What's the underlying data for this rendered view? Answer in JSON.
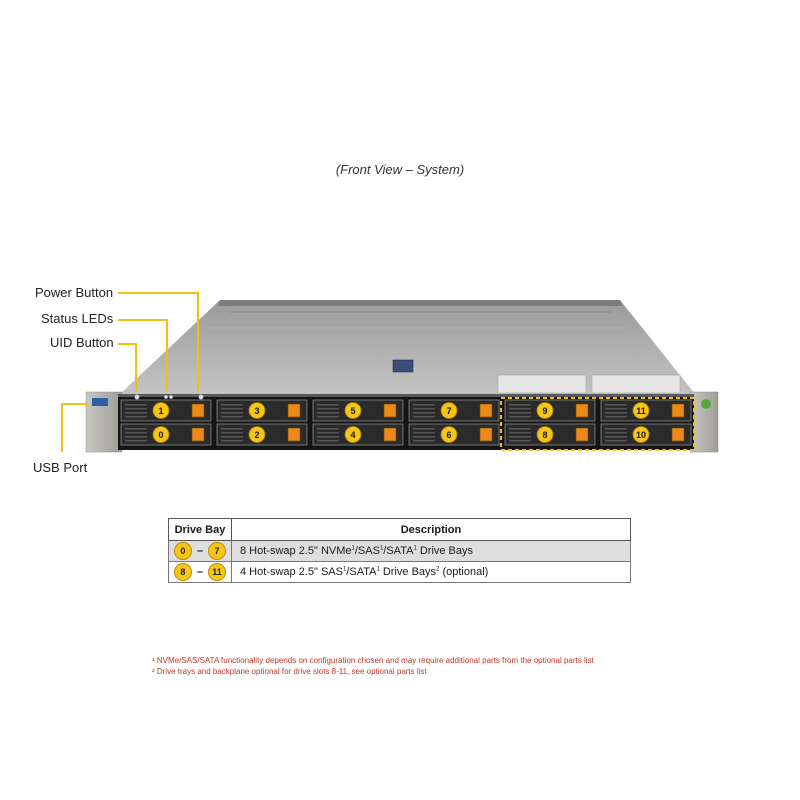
{
  "caption": "(Front View – System)",
  "callouts": {
    "power_button": "Power Button",
    "status_leds": "Status LEDs",
    "uid_button": "UID Button",
    "usb_port": "USB Port"
  },
  "drive_bays": [
    "0",
    "1",
    "2",
    "3",
    "4",
    "5",
    "6",
    "7",
    "8",
    "9",
    "10",
    "11"
  ],
  "table": {
    "headers": [
      "Drive Bay",
      "Description"
    ],
    "rows": [
      {
        "from": "0",
        "to": "7",
        "dash": "–",
        "text": "8 Hot-swap 2.5\" NVMe",
        "s1": "1",
        "t2": "/SAS",
        "s2": "1",
        "t3": "/SATA",
        "s3": "1",
        "t4": " Drive Bays"
      },
      {
        "from": "8",
        "to": "11",
        "dash": "–",
        "text": "4 Hot-swap 2.5\" SAS",
        "s1": "1",
        "t2": "/SATA",
        "s2": "1",
        "t3": " Drive Bays",
        "s3": "2",
        "t4": " (optional)"
      }
    ]
  },
  "footnotes": {
    "note1": "¹ NVMe/SAS/SATA functionality depends on configuration chosen and may require additional parts from the optional parts list",
    "note2": "² Drive trays and backplane optional for drive slots 8-11, see optional parts list"
  },
  "colors": {
    "accent": "#f2c012",
    "chip": "#f6c516",
    "footnote": "#c0392b"
  }
}
